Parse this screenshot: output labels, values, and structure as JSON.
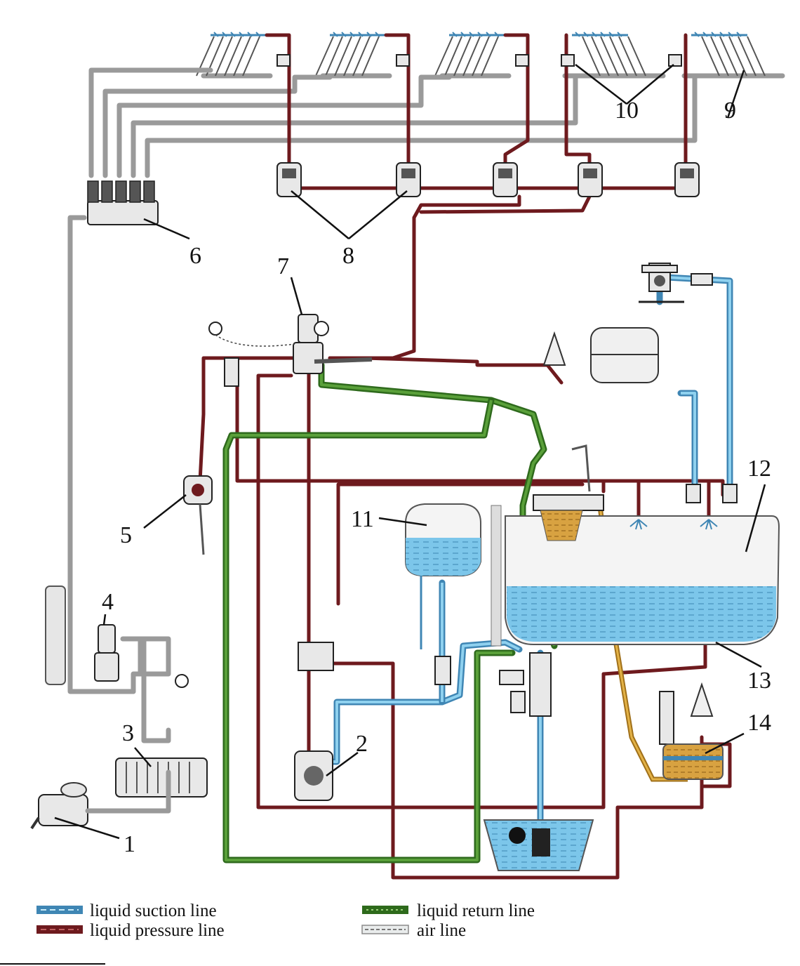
{
  "labels": {
    "n1": "1",
    "n2": "2",
    "n3": "3",
    "n4": "4",
    "n5": "5",
    "n6": "6",
    "n7": "7",
    "n8": "8",
    "n9": "9",
    "n10": "10",
    "n11": "11",
    "n12": "12",
    "n13": "13",
    "n14": "14"
  },
  "legend": {
    "suction": "liquid suction line",
    "pressure": "liquid pressure line",
    "return": "liquid return line",
    "air": "air line"
  },
  "colors": {
    "suction": "#3f86b4",
    "suction_light": "#8fd1ef",
    "pressure": "#6e1a1e",
    "return": "#2e6a1c",
    "return_light": "#5aa03a",
    "air": "#9a9a9a",
    "water": "#7cc6ea",
    "sludge": "#c98a2a"
  },
  "icons": {
    "pump_main": "pump-icon",
    "pump_liquid": "pump-icon",
    "compressor": "compressor-icon",
    "regulator": "regulator-icon",
    "filter": "filter-icon",
    "manifold": "manifold-icon",
    "control_valve": "valve-icon",
    "nozzle_bank": "nozzle-icon",
    "tank": "tank-icon"
  }
}
